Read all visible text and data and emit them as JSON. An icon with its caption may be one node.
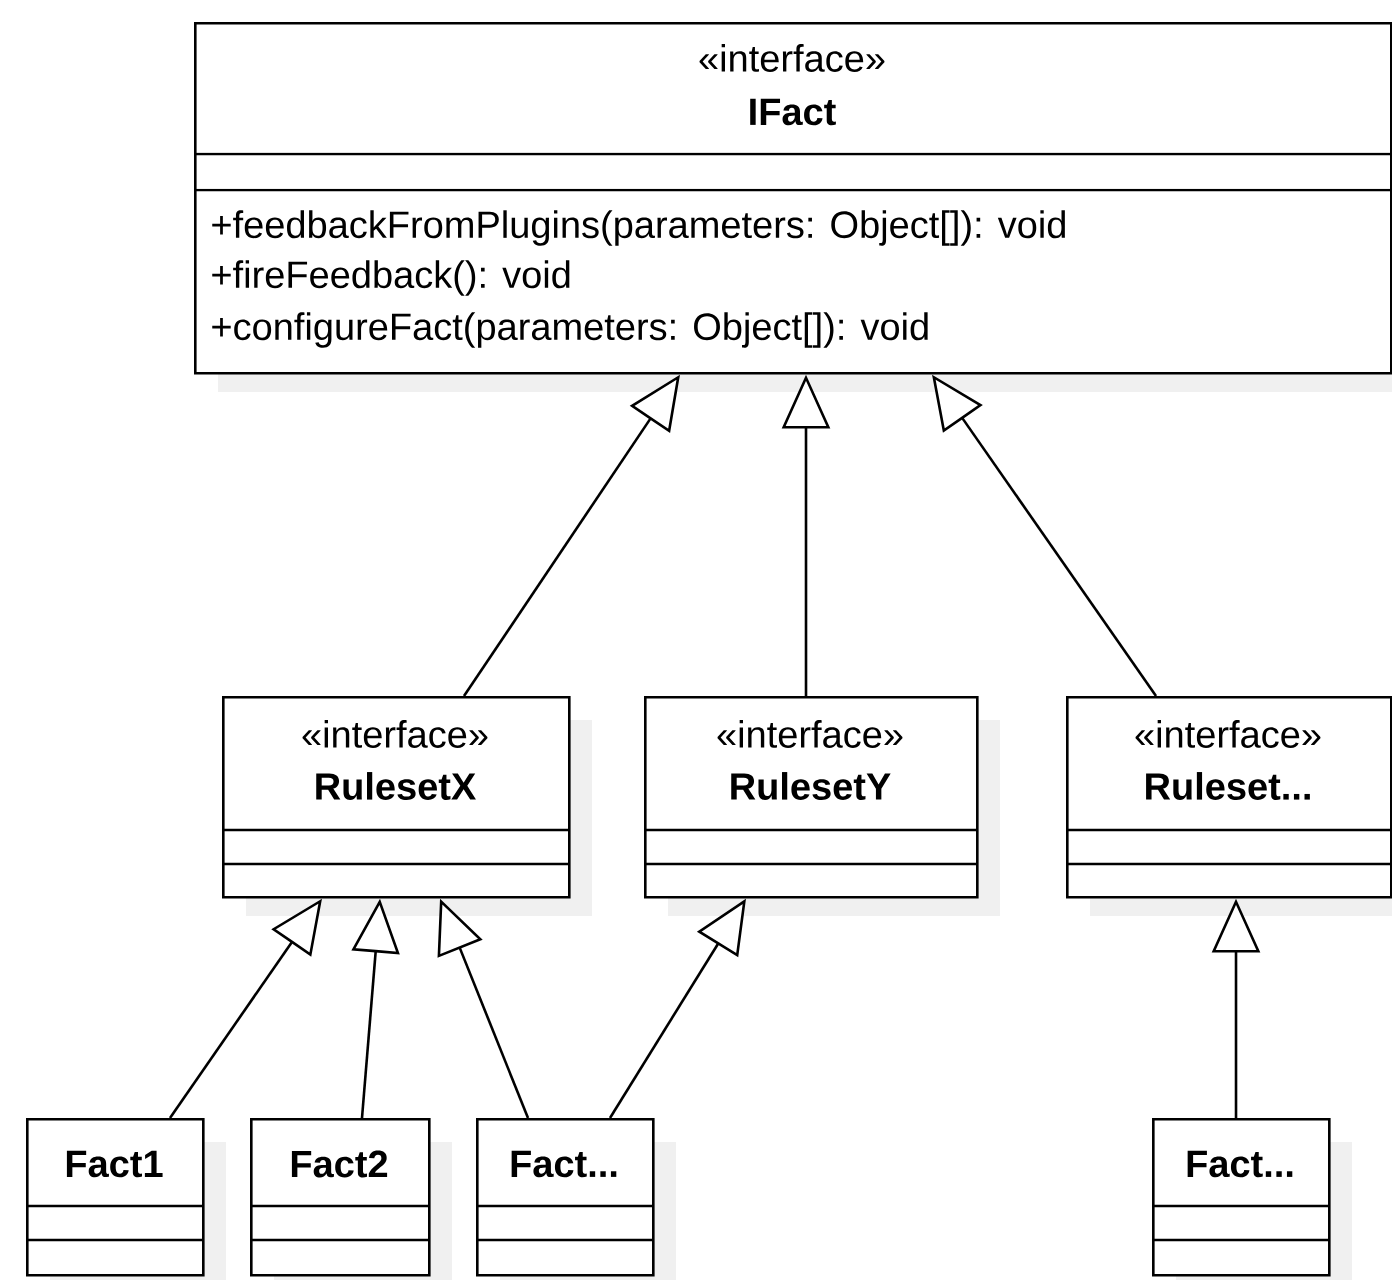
{
  "diagram": {
    "nodes": [
      {
        "text": [
          "«interface»",
          "IFact",
          "+feedbackFromPlugins(parameters: Object[]): void",
          "+fireFeedback(): void",
          "+configureFact(parameters: Object[]): void"
        ]
      },
      {
        "text": [
          "«interface»",
          "RulesetX"
        ]
      },
      {
        "text": [
          "«interface»",
          "RulesetY"
        ]
      },
      {
        "text": [
          "«interface»",
          "Ruleset..."
        ]
      },
      {
        "text": [
          "Fact1"
        ]
      },
      {
        "text": [
          "Fact2"
        ]
      },
      {
        "text": [
          "Fact..."
        ]
      },
      {
        "text": [
          "Fact..."
        ]
      }
    ],
    "edges": [
      {
        "from": 1,
        "to": 0,
        "arrow": "to"
      },
      {
        "from": 2,
        "to": 0,
        "arrow": "to"
      },
      {
        "from": 3,
        "to": 0,
        "arrow": "to"
      },
      {
        "from": 4,
        "to": 1,
        "arrow": "to"
      },
      {
        "from": 5,
        "to": 1,
        "arrow": "to"
      },
      {
        "from": 6,
        "to": 1,
        "arrow": "to"
      },
      {
        "from": 6,
        "to": 2,
        "arrow": "to"
      },
      {
        "from": 7,
        "to": 3,
        "arrow": "to"
      }
    ]
  }
}
